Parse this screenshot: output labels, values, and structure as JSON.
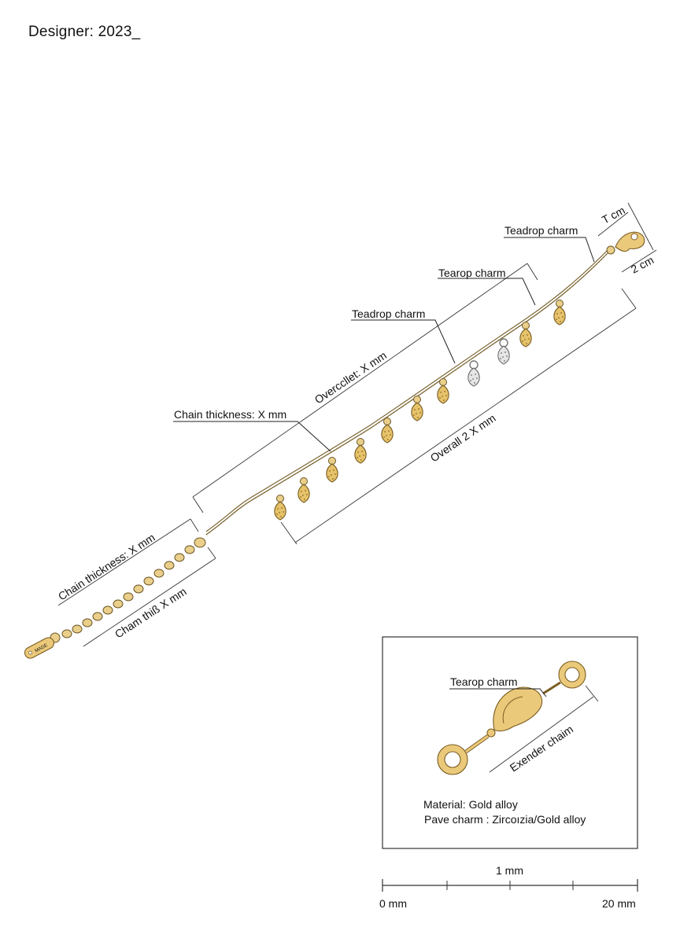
{
  "header": {
    "designer": "Designer: 2023_"
  },
  "labels": {
    "teadrop_top": "Teadrop charm",
    "tearop_top": "Tearop charm",
    "teadrop_mid": "Teadrop charm",
    "chain_thickness": "Chain thickness: X mm",
    "overall_top": "Overccllet: X mm",
    "overall_bottom": "Overall 2 X mm",
    "dim_t_cm": "T cm",
    "dim_2_cm": "2 cm",
    "chain_thickness_left": "Chain thickness: X mm",
    "cham_thickness_left": "Cham thiß X mm",
    "tag_text": "MADE"
  },
  "inset": {
    "tearop_charm": "Tearop charm",
    "extender": "Exender chaim",
    "material": "Material: Gold alloy",
    "pave": "Pave charm : Zircoızia/Gold alloy"
  },
  "scale": {
    "label": "1 mm",
    "start": "0 mm",
    "end": "20 mm"
  },
  "colors": {
    "gold": "#e6c26a",
    "silver": "#e6e6e6",
    "line": "#333333"
  }
}
